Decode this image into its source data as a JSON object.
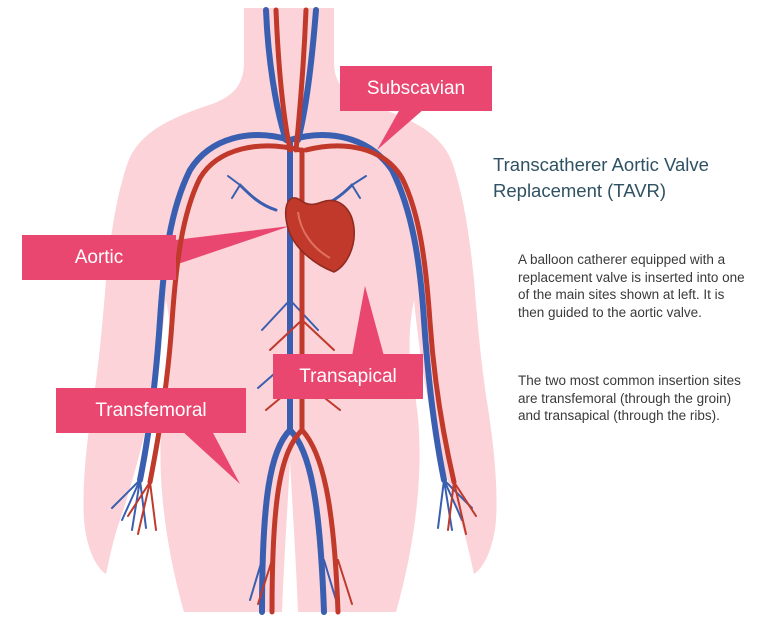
{
  "labels": {
    "subscavian": "Subscavian",
    "aortic": "Aortic",
    "transapical": "Transapical",
    "transfemoral": "Transfemoral"
  },
  "info": {
    "title": "Transcatherer Aortic Valve Replacement (TAVR)",
    "paragraph_1": "A balloon catherer equipped with a replacement valve is inserted into one of the main sites shown at left. It is then guided to the aortic valve.",
    "paragraph_2": "The two most common insertion sites are transfemoral (through the groin) and transapical (through the ribs)."
  },
  "colors": {
    "label_bg": "#ea4770",
    "body_fill": "#fbd3d8",
    "artery": "#c0392b",
    "vein": "#3a5fb0",
    "heart": "#c0392b",
    "title_text": "#2f5163"
  },
  "icons": [
    "human-body-silhouette",
    "heart-icon",
    "artery-network",
    "vein-network"
  ]
}
